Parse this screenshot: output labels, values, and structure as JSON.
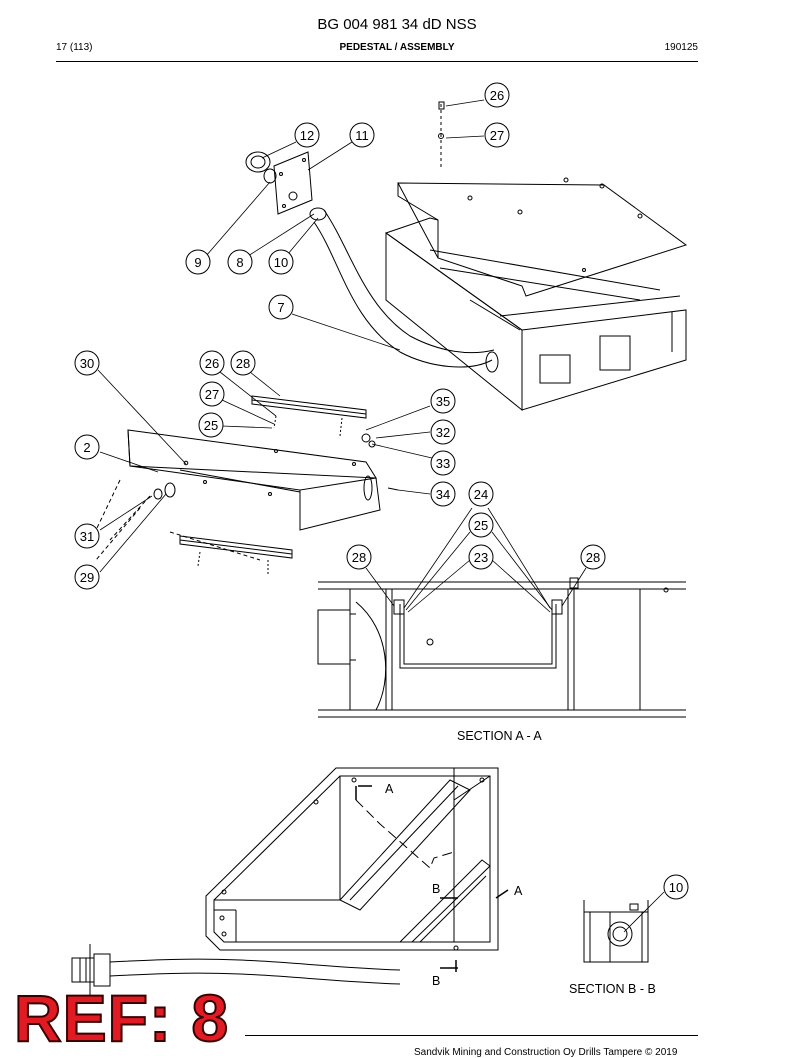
{
  "header": {
    "doc_number": "BG 004 981 34 dD NSS",
    "page": "17 (113)",
    "title": "PEDESTAL / ASSEMBLY",
    "date_code": "190125"
  },
  "callouts": [
    "26",
    "27",
    "12",
    "11",
    "9",
    "8",
    "10",
    "7",
    "30",
    "26",
    "28",
    "27",
    "35",
    "25",
    "32",
    "2",
    "33",
    "34",
    "24",
    "25",
    "31",
    "28",
    "23",
    "28",
    "29",
    "10"
  ],
  "section_labels": {
    "section_aa": "SECTION A - A",
    "section_bb": "SECTION B - B",
    "cut_a_top": "A",
    "cut_a_right": "A",
    "cut_b_top": "B",
    "cut_b_bottom": "B"
  },
  "stamp": "REF: 8",
  "footer": "Sandvik Mining and Construction Oy Drills Tampere © 2019",
  "colors": {
    "stamp": "#e01b24",
    "line": "#000000"
  }
}
